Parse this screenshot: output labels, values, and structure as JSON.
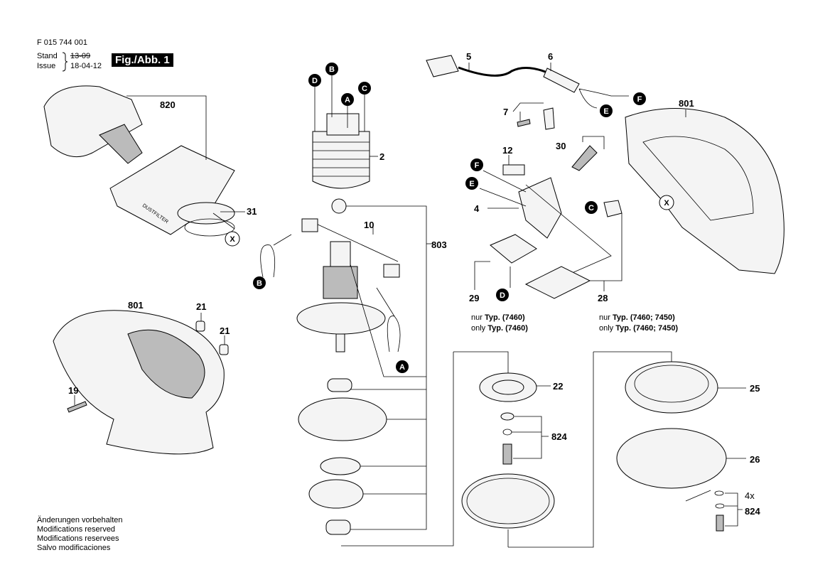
{
  "header": {
    "doc_number": "F 015 744 001",
    "stand_label": "Stand",
    "issue_label": "Issue",
    "old_date": "13-09",
    "new_date": "18-04-12",
    "figure_label": "Fig./Abb. 1"
  },
  "footer": [
    "Änderungen vorbehalten",
    "Modifications reserved",
    "Modifications reservees",
    "Salvo modificaciones"
  ],
  "part_numbers": {
    "p820": "820",
    "p31": "31",
    "p801_left": "801",
    "p21_a": "21",
    "p21_b": "21",
    "p19": "19",
    "p2": "2",
    "p10": "10",
    "p803": "803",
    "p5": "5",
    "p6": "6",
    "p7": "7",
    "p801_right": "801",
    "p30": "30",
    "p12": "12",
    "p4": "4",
    "p29": "29",
    "p28": "28",
    "p22": "22",
    "p824_a": "824",
    "p25": "25",
    "p26": "26",
    "p4x": "4x",
    "p824_b": "824"
  },
  "connectors": {
    "A": "A",
    "B": "B",
    "C": "C",
    "D": "D",
    "E": "E",
    "F": "F",
    "X": "X"
  },
  "notes": {
    "n29_de": "nur",
    "n29_en": "only",
    "typ": "Typ.",
    "n29_val": "(7460)",
    "n28_val": "(7460; 7450)"
  },
  "logo_text": "DUSTFILTER"
}
